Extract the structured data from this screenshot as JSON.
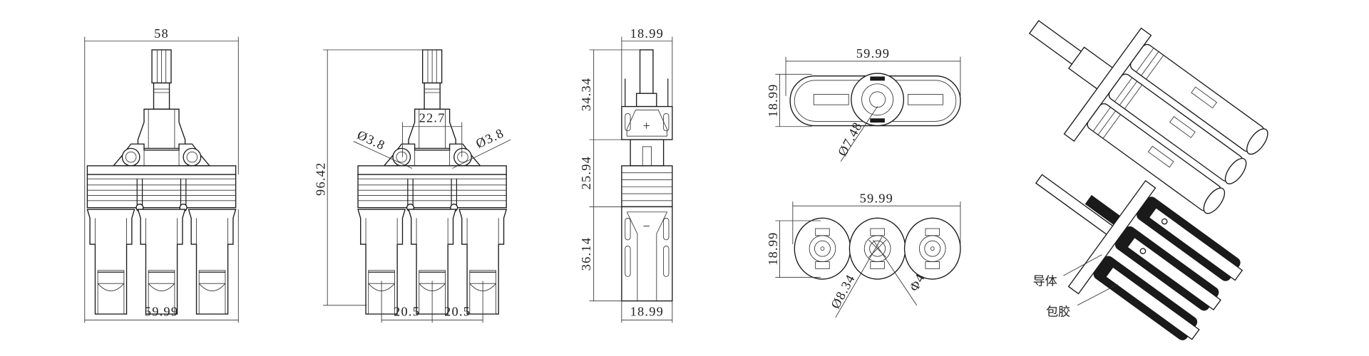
{
  "front_view": {
    "width_top": "58",
    "width_bottom": "59.99"
  },
  "front_view_dimensioned": {
    "height": "96.42",
    "hub_width": "22.7",
    "hole_left": "Ø3.8",
    "hole_right": "Ø3.8",
    "pitch_left": "20.5",
    "pitch_right": "20.5"
  },
  "side_view": {
    "width_top": "18.99",
    "width_bottom": "18.99",
    "height_upper": "34.34",
    "height_middle": "25.94",
    "height_lower": "36.14",
    "plus_mark": "+",
    "minus_mark": "−"
  },
  "end_view_top": {
    "width": "59.99",
    "height": "18.99",
    "diameter": "Ø7.48"
  },
  "end_view_bottom": {
    "width": "59.99",
    "height": "18.99",
    "diameter_outer": "Ø8.34",
    "diameter_inner": "Φ4"
  },
  "section_render": {
    "label_conductor": "导体",
    "label_overmold": "包胶"
  }
}
